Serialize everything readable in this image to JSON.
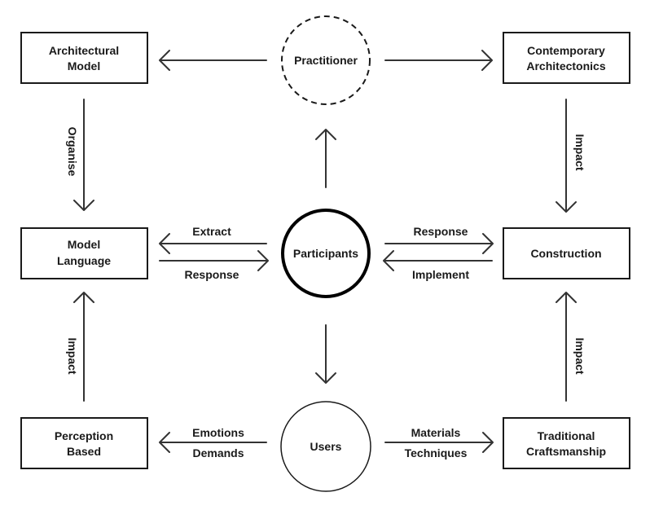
{
  "nodes": {
    "practitioner": "Practitioner",
    "participants": "Participants",
    "users": "Users",
    "architectural_model": [
      "Architectural",
      "Model"
    ],
    "contemporary_architectonics": [
      "Contemporary",
      "Architectonics"
    ],
    "model_language": [
      "Model",
      "Language"
    ],
    "construction": "Construction",
    "perception_based": [
      "Perception",
      "Based"
    ],
    "traditional_craftsmanship": [
      "Traditional",
      "Craftsmanship"
    ]
  },
  "edges": {
    "organise": "Organise",
    "impact_top_right": "Impact",
    "impact_bottom_left": "Impact",
    "impact_bottom_right": "Impact",
    "extract": "Extract",
    "response_left": "Response",
    "response_right": "Response",
    "implement": "Implement",
    "emotions": "Emotions",
    "demands": "Demands",
    "materials": "Materials",
    "techniques": "Techniques"
  },
  "colors": {
    "stroke": "#1a1a1a",
    "arrow": "#333333",
    "background": "#ffffff"
  }
}
